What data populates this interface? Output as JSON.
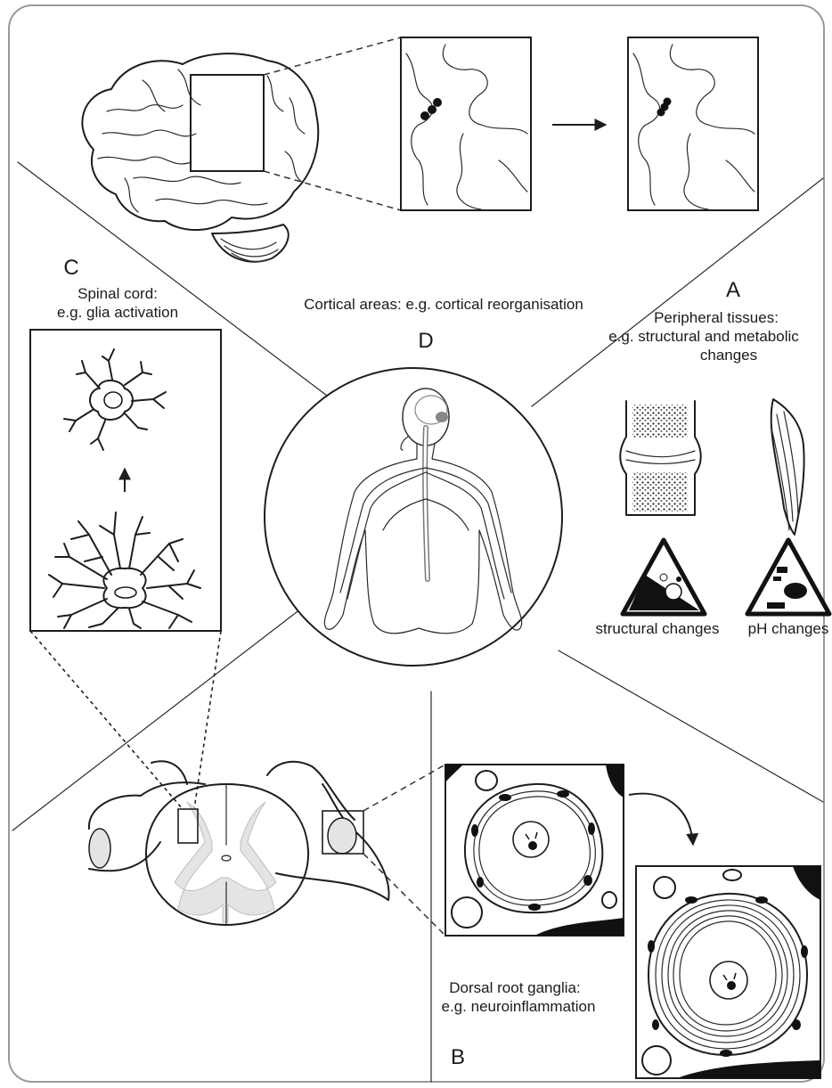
{
  "panels": {
    "a": {
      "letter": "A",
      "title_line1": "Peripheral tissues:",
      "title_line2": "e.g. structural and metabolic",
      "title_line3": "changes",
      "caption_structural": "structural changes",
      "caption_ph": "pH changes"
    },
    "b": {
      "letter": "B",
      "title_line1": "Dorsal root ganglia:",
      "title_line2": "e.g. neuroinflammation"
    },
    "c": {
      "letter": "C",
      "title_line1": "Spinal cord:",
      "title_line2": "e.g. glia activation"
    },
    "d": {
      "letter": "D",
      "title": "Cortical areas: e.g. cortical reorganisation"
    }
  },
  "icons": [
    "brain-illustration",
    "human-body-nervous-system-icon",
    "joint-icon",
    "muscle-icon",
    "warning-triangle-icon",
    "astrocyte-icon",
    "spinal-cord-cross-section",
    "neuron-cell-icon",
    "arrow-icon"
  ],
  "colors": {
    "line": "#1d1d1d",
    "fill_grey": "#e4e4e4",
    "background": "#ffffff"
  }
}
